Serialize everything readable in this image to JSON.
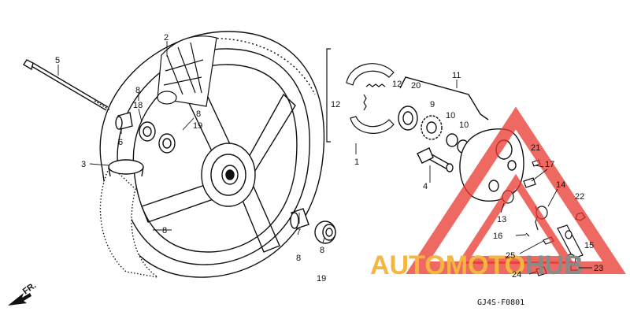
{
  "diagram": {
    "code": "GJ4S-F0801",
    "front_label": "FR.",
    "watermark": {
      "text_a": "AUTOMOTO",
      "text_b": "HUB",
      "color_a": "#f4b63f",
      "color_b": "#8a8a8a",
      "triangle_color": "#e8372e"
    },
    "callouts": [
      {
        "text": "1"
      },
      {
        "text": "2"
      },
      {
        "text": "3"
      },
      {
        "text": "4"
      },
      {
        "text": "5"
      },
      {
        "text": "6"
      },
      {
        "text": "7"
      },
      {
        "text": "8"
      },
      {
        "text": "8"
      },
      {
        "text": "8"
      },
      {
        "text": "8"
      },
      {
        "text": "8"
      },
      {
        "text": "9"
      },
      {
        "text": "10"
      },
      {
        "text": "10"
      },
      {
        "text": "11"
      },
      {
        "text": "12"
      },
      {
        "text": "12"
      },
      {
        "text": "13"
      },
      {
        "text": "14"
      },
      {
        "text": "15"
      },
      {
        "text": "16"
      },
      {
        "text": "17"
      },
      {
        "text": "18"
      },
      {
        "text": "19"
      },
      {
        "text": "19"
      },
      {
        "text": "20"
      },
      {
        "text": "21"
      },
      {
        "text": "22"
      },
      {
        "text": "23"
      },
      {
        "text": "24"
      },
      {
        "text": "25"
      }
    ]
  }
}
